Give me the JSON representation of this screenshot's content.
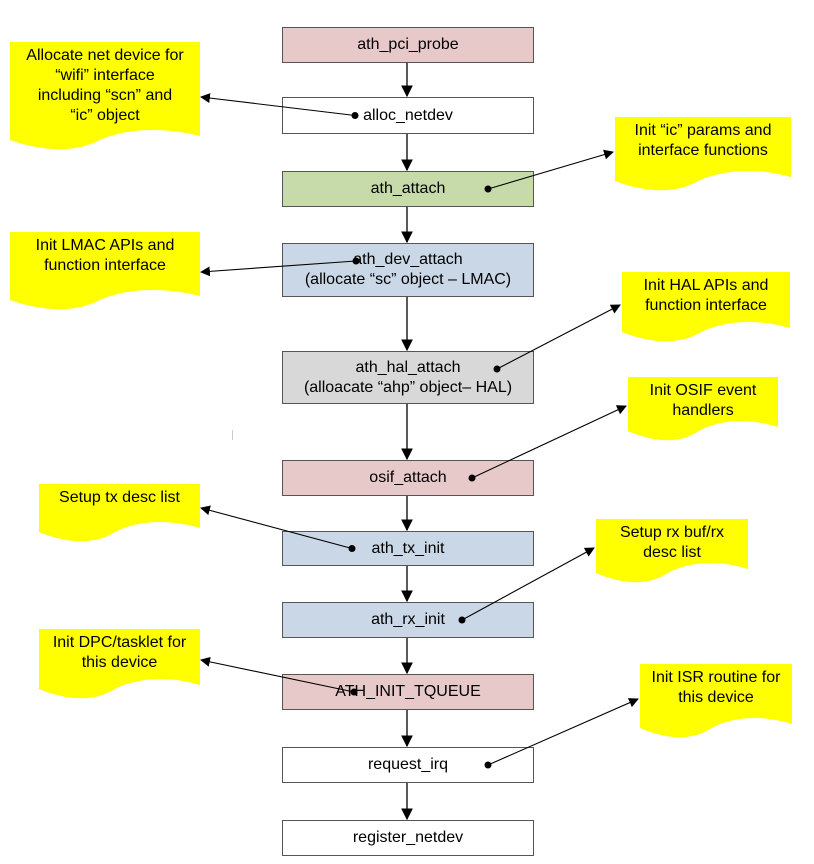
{
  "colors": {
    "pink": "#e7c9c9",
    "white": "#ffffff",
    "green": "#c7dbaa",
    "blue": "#c9d7e6",
    "grey": "#d8d8d8",
    "note": "#ffff00",
    "line": "#000000"
  },
  "steps": [
    {
      "id": "ath_pci_probe",
      "lines": [
        "ath_pci_probe"
      ],
      "fill": "pink"
    },
    {
      "id": "alloc_netdev",
      "lines": [
        "alloc_netdev"
      ],
      "fill": "white"
    },
    {
      "id": "ath_attach",
      "lines": [
        "ath_attach"
      ],
      "fill": "green"
    },
    {
      "id": "ath_dev_attach",
      "lines": [
        "ath_dev_attach",
        "(allocate “sc” object – LMAC)"
      ],
      "fill": "blue"
    },
    {
      "id": "ath_hal_attach",
      "lines": [
        "ath_hal_attach",
        "(alloacate “ahp” object– HAL)"
      ],
      "fill": "grey"
    },
    {
      "id": "osif_attach",
      "lines": [
        "osif_attach"
      ],
      "fill": "pink"
    },
    {
      "id": "ath_tx_init",
      "lines": [
        "ath_tx_init"
      ],
      "fill": "blue"
    },
    {
      "id": "ath_rx_init",
      "lines": [
        "ath_rx_init"
      ],
      "fill": "blue"
    },
    {
      "id": "ATH_INIT_TQUEUE",
      "lines": [
        "ATH_INIT_TQUEUE"
      ],
      "fill": "pink"
    },
    {
      "id": "request_irq",
      "lines": [
        "request_irq"
      ],
      "fill": "white"
    },
    {
      "id": "register_netdev",
      "lines": [
        "register_netdev"
      ],
      "fill": "white"
    }
  ],
  "notes": [
    {
      "step": "alloc_netdev",
      "side": "left",
      "lines": [
        "Allocate net device for",
        "“wifi” interface",
        "including “scn” and",
        "“ic” object"
      ]
    },
    {
      "step": "ath_attach",
      "side": "right",
      "lines": [
        "Init “ic” params and",
        "interface functions"
      ]
    },
    {
      "step": "ath_dev_attach",
      "side": "left",
      "lines": [
        "Init LMAC APIs and",
        "function interface"
      ]
    },
    {
      "step": "ath_hal_attach",
      "side": "right",
      "lines": [
        "Init HAL APIs and",
        "function interface"
      ]
    },
    {
      "step": "osif_attach",
      "side": "right",
      "lines": [
        "Init OSIF event",
        "handlers"
      ]
    },
    {
      "step": "ath_tx_init",
      "side": "left",
      "lines": [
        "Setup tx desc list"
      ]
    },
    {
      "step": "ath_rx_init",
      "side": "right",
      "lines": [
        "Setup rx buf/rx",
        "desc list"
      ]
    },
    {
      "step": "ATH_INIT_TQUEUE",
      "side": "left",
      "lines": [
        "Init DPC/tasklet for",
        "this device"
      ]
    },
    {
      "step": "request_irq",
      "side": "right",
      "lines": [
        "Init ISR routine for",
        "this device"
      ]
    }
  ]
}
